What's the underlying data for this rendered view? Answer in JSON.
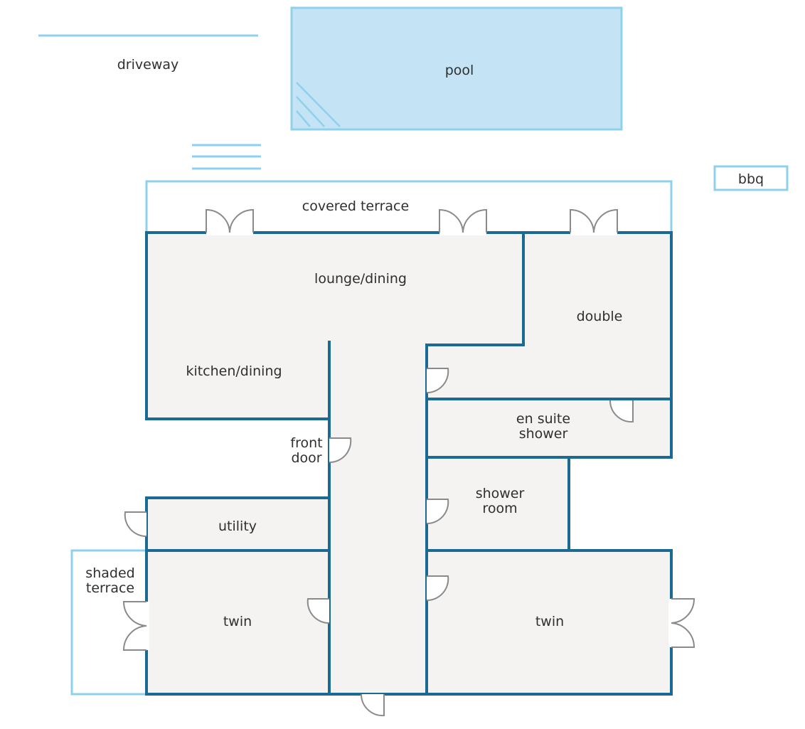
{
  "labels": {
    "driveway": "driveway",
    "pool": "pool",
    "bbq": "bbq",
    "covered_terrace": "covered terrace",
    "lounge_dining": "lounge/dining",
    "double": "double",
    "kitchen_dining": "kitchen/dining",
    "en_suite_line1": "en suite",
    "en_suite_line2": "shower",
    "front_door_line1": "front",
    "front_door_line2": "door",
    "shower_room_line1": "shower",
    "shower_room_line2": "room",
    "utility": "utility",
    "shaded_terrace_line1": "shaded",
    "shaded_terrace_line2": "terrace",
    "twin_left": "twin",
    "twin_right": "twin"
  },
  "colors": {
    "wall": "#1b6a93",
    "outdoor": "#8fd0ea",
    "pool_fill": "#c4e4f5",
    "floor": "#f4f3f2",
    "door": "#8a8a8a"
  }
}
